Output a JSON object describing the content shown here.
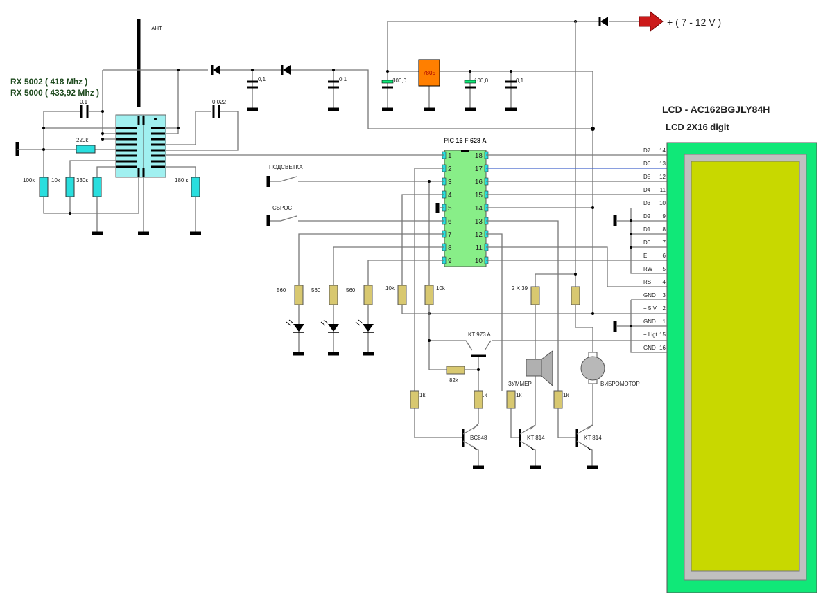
{
  "receiver": {
    "antenna_label": "АНТ",
    "model_line1": "RX 5002 ( 418 Mhz )",
    "model_line2": "RX 5000 ( 433,92 Mhz )",
    "c1": "0.1",
    "c2": "0.022",
    "r_220": "220k",
    "r_100": "100к",
    "r_10": "10к",
    "r_330": "330к",
    "r_180": "180 к"
  },
  "power": {
    "c_a": "0,1",
    "c_b": "0,1",
    "c_in": "100,0",
    "regulator": "7805",
    "c_out": "100,0",
    "c_out2": "0,1",
    "supply_label": "+  ( 7 - 12 V )",
    "arrow_color": "#cc1a1a"
  },
  "mcu": {
    "title": "PIC 16 F 628 A",
    "left_pins": [
      "1",
      "2",
      "3",
      "4",
      "5",
      "6",
      "7",
      "8",
      "9"
    ],
    "right_pins": [
      "18",
      "17",
      "16",
      "15",
      "14",
      "13",
      "12",
      "11",
      "10"
    ],
    "switch_backlight": "ПОДСВЕТКА",
    "switch_reset": "СБРОС"
  },
  "lcd": {
    "title": "LCD - AC162BGJLY84H",
    "subtitle": "LCD 2X16 digit",
    "pins": [
      {
        "name": "D7",
        "num": "14"
      },
      {
        "name": "D6",
        "num": "13"
      },
      {
        "name": "D5",
        "num": "12"
      },
      {
        "name": "D4",
        "num": "11"
      },
      {
        "name": "D3",
        "num": "10"
      },
      {
        "name": "D2",
        "num": "9"
      },
      {
        "name": "D1",
        "num": "8"
      },
      {
        "name": "D0",
        "num": "7"
      },
      {
        "name": "E",
        "num": "6"
      },
      {
        "name": "RW",
        "num": "5"
      },
      {
        "name": "RS",
        "num": "4"
      },
      {
        "name": "GND",
        "num": "3"
      },
      {
        "name": "+ 5 V",
        "num": "2"
      },
      {
        "name": "GND",
        "num": "1"
      },
      {
        "name": "+ Ligt",
        "num": "15"
      },
      {
        "name": "GND",
        "num": "16"
      }
    ],
    "colors": {
      "bezel": "#10e878",
      "frame": "#c0c0c0",
      "screen": "#c8d800"
    }
  },
  "outputs": {
    "r_led1": "560",
    "r_led2": "560",
    "r_led3": "560",
    "r_10k_a": "10k",
    "r_10k_b": "10k",
    "q_pnp": "KT 973 A",
    "r_82k": "82k",
    "r_1k_a": "1k",
    "r_1k_b": "1k",
    "r_1k_c": "1k",
    "r_1k_d": "1k",
    "q1": "BC848",
    "q2": "KT 814",
    "q3": "KT 814",
    "r_2x39": "2 X 39",
    "buzzer": "ЗУММЕР",
    "motor": "ВИБРОМОТОР"
  }
}
